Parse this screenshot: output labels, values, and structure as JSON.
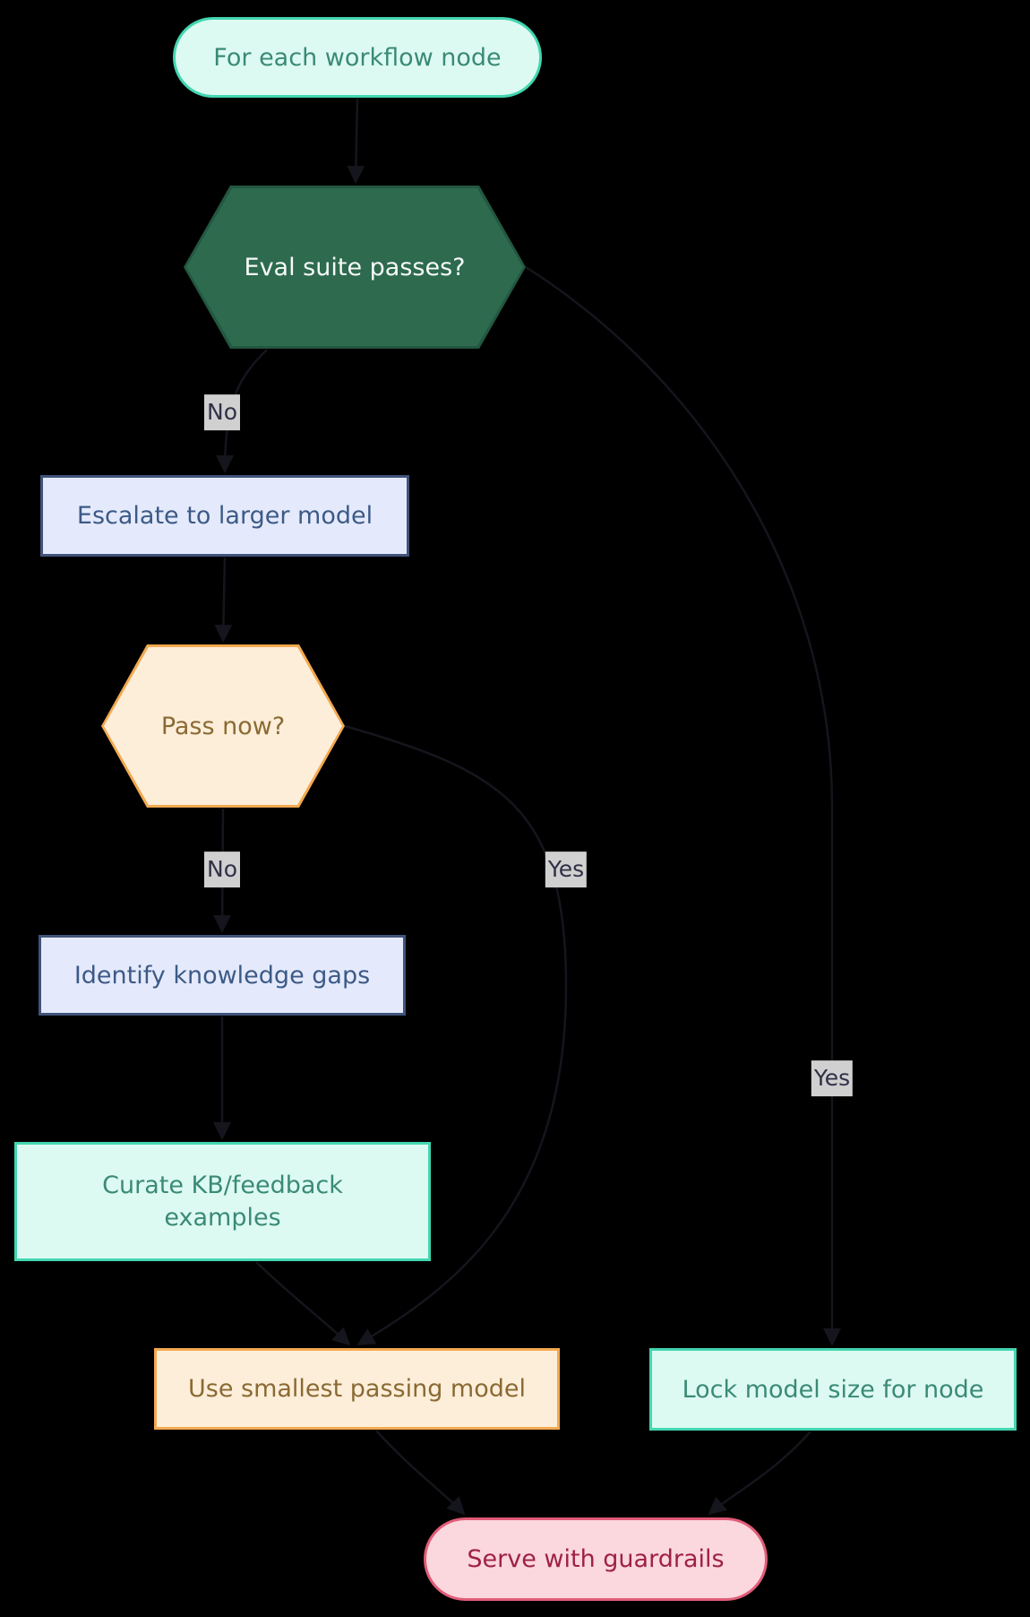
{
  "diagram": {
    "type": "flowchart",
    "direction": "top-down",
    "background": "#000000",
    "palette": {
      "mint_fill": "#ddfaf2",
      "mint_border": "#42d6b0",
      "mint_text": "#3a8a76",
      "darkgreen_fill": "#2d6a4e",
      "darkgreen_border": "#235741",
      "darkgreen_text": "#f6faf8",
      "lavender_fill": "#e4eafc",
      "lavender_border": "#40537a",
      "lavender_text": "#3d5a86",
      "orange_fill": "#fdeeda",
      "orange_border": "#f3a950",
      "orange_text": "#8a6a33",
      "pink_fill": "#fbd7de",
      "pink_border": "#e15c77",
      "pink_text": "#9e2146",
      "label_bg": "#d0d0d0",
      "label_text": "#303048",
      "edge_color": "#15151d"
    },
    "nodes": {
      "start": {
        "label": "For each workflow node",
        "shape": "stadium",
        "color": "mint"
      },
      "eval": {
        "label": "Eval suite passes?",
        "shape": "hexagon",
        "color": "darkgreen"
      },
      "escalate": {
        "label": "Escalate to larger model",
        "shape": "rect",
        "color": "lavender"
      },
      "passnow": {
        "label": "Pass now?",
        "shape": "hexagon",
        "color": "orange"
      },
      "identify": {
        "label": "Identify knowledge gaps",
        "shape": "rect",
        "color": "lavender"
      },
      "curate": {
        "label": "Curate KB/feedback examples",
        "shape": "rect",
        "color": "mint"
      },
      "smallest": {
        "label": "Use smallest passing model",
        "shape": "rect",
        "color": "orange"
      },
      "lock": {
        "label": "Lock model size for node",
        "shape": "rect",
        "color": "mint"
      },
      "serve": {
        "label": "Serve with guardrails",
        "shape": "stadium",
        "color": "pink"
      }
    },
    "edge_labels": {
      "eval_no": "No",
      "eval_yes": "Yes",
      "passnow_no": "No",
      "passnow_yes": "Yes"
    },
    "edges": [
      {
        "from": "start",
        "to": "eval",
        "label": ""
      },
      {
        "from": "eval",
        "to": "escalate",
        "label": "No"
      },
      {
        "from": "eval",
        "to": "lock",
        "label": "Yes"
      },
      {
        "from": "escalate",
        "to": "passnow",
        "label": ""
      },
      {
        "from": "passnow",
        "to": "identify",
        "label": "No"
      },
      {
        "from": "passnow",
        "to": "smallest",
        "label": "Yes"
      },
      {
        "from": "identify",
        "to": "curate",
        "label": ""
      },
      {
        "from": "curate",
        "to": "smallest",
        "label": ""
      },
      {
        "from": "smallest",
        "to": "serve",
        "label": ""
      },
      {
        "from": "lock",
        "to": "serve",
        "label": ""
      }
    ]
  }
}
